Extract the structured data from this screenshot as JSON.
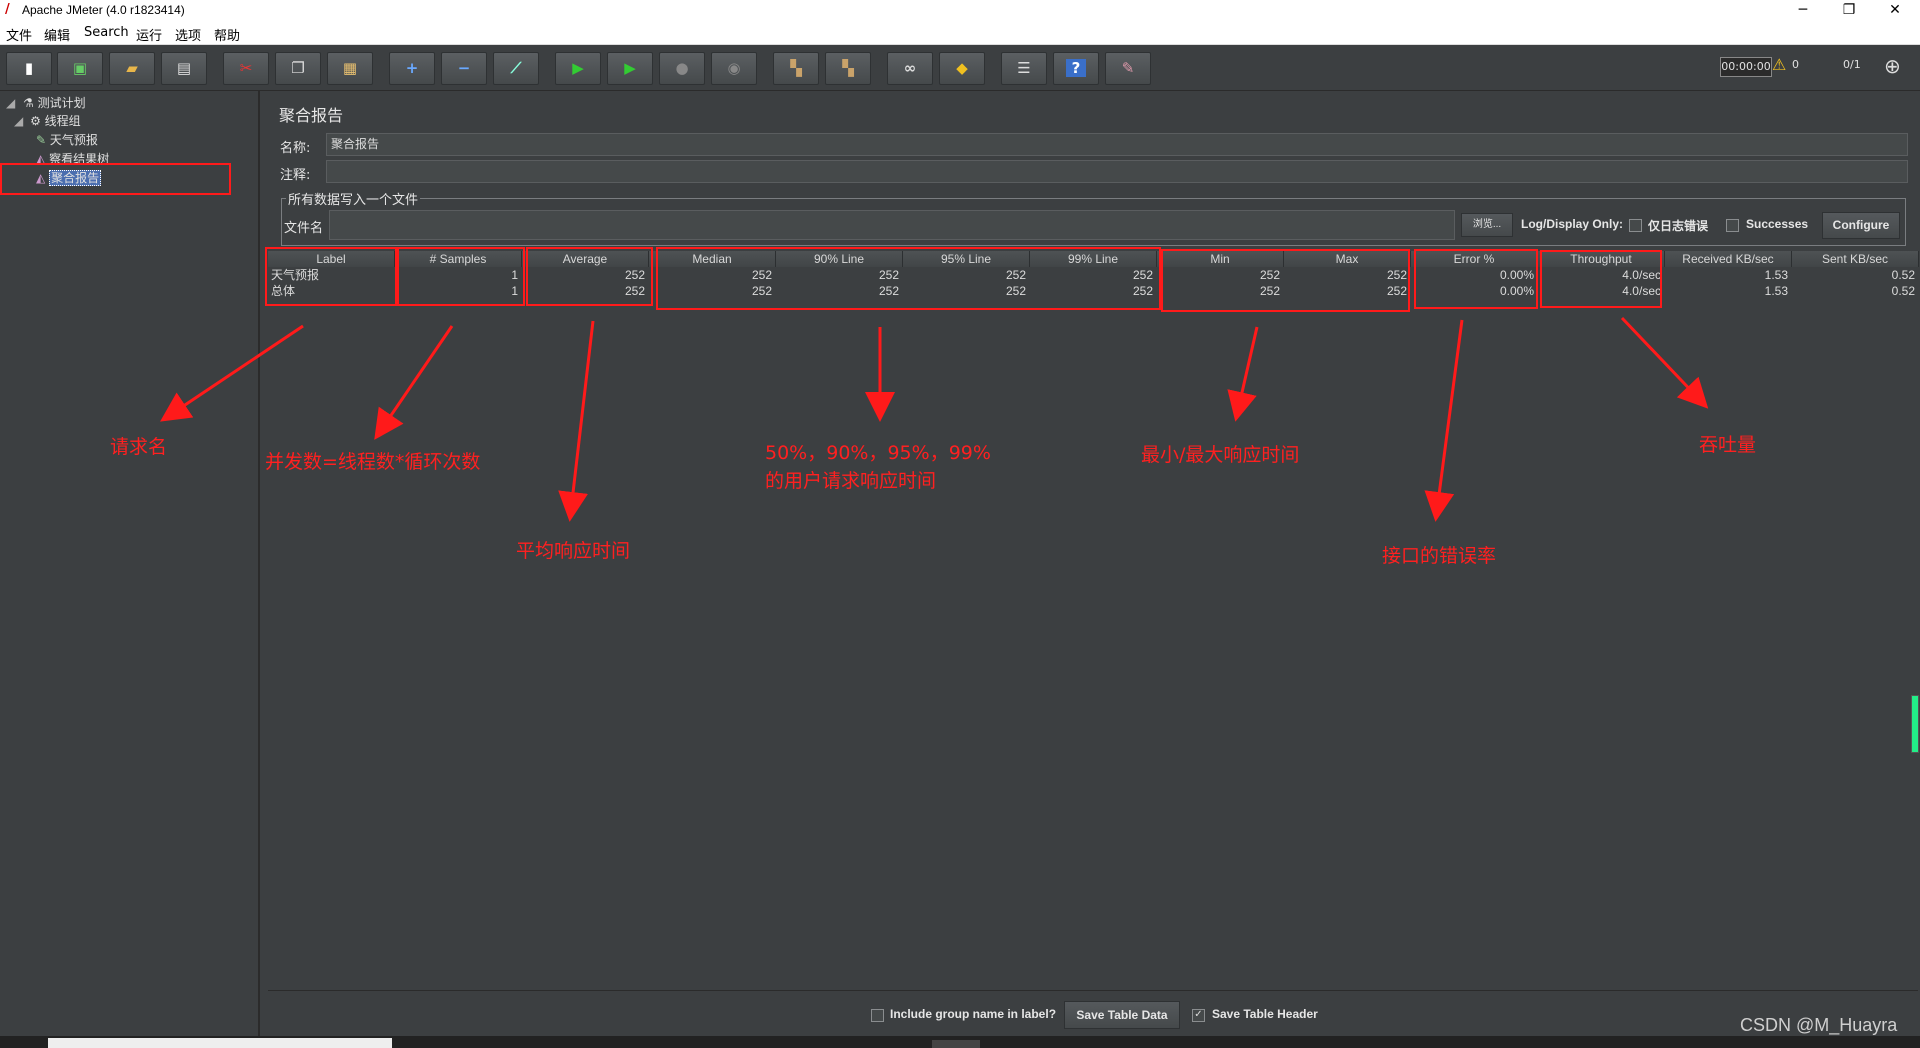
{
  "window": {
    "title": "Apache JMeter (4.0 r1823414)",
    "minimize": "─",
    "maximize": "❐",
    "close": "✕"
  },
  "menu": [
    "文件",
    "编辑",
    "Search",
    "运行",
    "选项",
    "帮助"
  ],
  "toolbar": {
    "timer": "00:00:00",
    "warn_count": "0",
    "threads": "0/1"
  },
  "tree": {
    "root": "测试计划",
    "thread_group": "线程组",
    "items": [
      "天气预报",
      "察看结果树",
      "聚合报告"
    ]
  },
  "panel": {
    "heading": "聚合报告",
    "name_label": "名称:",
    "name_value": "聚合报告",
    "comment_label": "注释:",
    "comment_value": "",
    "file_group_title": "所有数据写入一个文件",
    "filename_label": "文件名",
    "filename_value": "",
    "browse_button": "浏览...",
    "log_display_label": "Log/Display Only:",
    "errors_only_label": "仅日志错误",
    "successes_label": "Successes",
    "configure_button": "Configure"
  },
  "table": {
    "headers": [
      "Label",
      "# Samples",
      "Average",
      "Median",
      "90% Line",
      "95% Line",
      "99% Line",
      "Min",
      "Max",
      "Error %",
      "Throughput",
      "Received KB/sec",
      "Sent KB/sec"
    ],
    "rows": [
      [
        "天气预报",
        "1",
        "252",
        "252",
        "252",
        "252",
        "252",
        "252",
        "252",
        "0.00%",
        "4.0/sec",
        "1.53",
        "0.52"
      ],
      [
        "总体",
        "1",
        "252",
        "252",
        "252",
        "252",
        "252",
        "252",
        "252",
        "0.00%",
        "4.0/sec",
        "1.53",
        "0.52"
      ]
    ]
  },
  "bottom": {
    "include_group_label": "Include group name in label?",
    "save_table_data": "Save Table Data",
    "save_table_header": "Save Table Header"
  },
  "annotations": {
    "label": "请求名",
    "samples": "并发数=线程数*循环次数",
    "average": "平均响应时间",
    "percentiles_1": "50%，90%，95%，99%",
    "percentiles_2": "的用户请求响应时间",
    "minmax": "最小/最大响应时间",
    "error": "接口的错误率",
    "throughput": "吞吐量"
  },
  "watermark": "CSDN @M_Huayra",
  "colors": {
    "annotation": "#ff1a1a",
    "selection": "#4b6eaf",
    "background": "#3c3f41"
  }
}
